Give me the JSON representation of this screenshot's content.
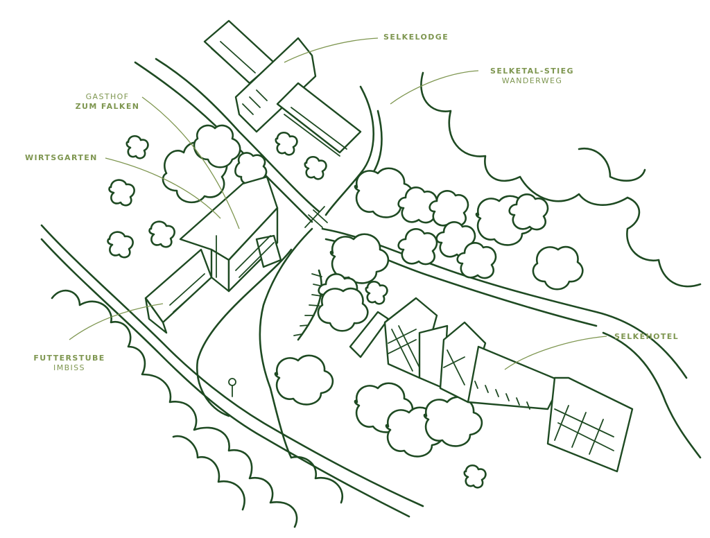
{
  "colors": {
    "ink": "#1e4a22",
    "accent": "#7e9650",
    "background": "#ffffff"
  },
  "labels": {
    "selkelodge": "SELKELODGE",
    "selketal_stieg_line1": "SELKETAL-STIEG",
    "selketal_stieg_line2": "WANDERWEG",
    "gasthof_line1": "GASTHOF",
    "gasthof_line2": "ZUM FALKEN",
    "wirtsgarten": "WIRTSGARTEN",
    "futterstube_line1": "FUTTERSTUBE",
    "futterstube_line2": "IMBISS",
    "selkehotel": "SELKEHOTEL"
  },
  "icons": {
    "signpost": "signpost-icon"
  }
}
